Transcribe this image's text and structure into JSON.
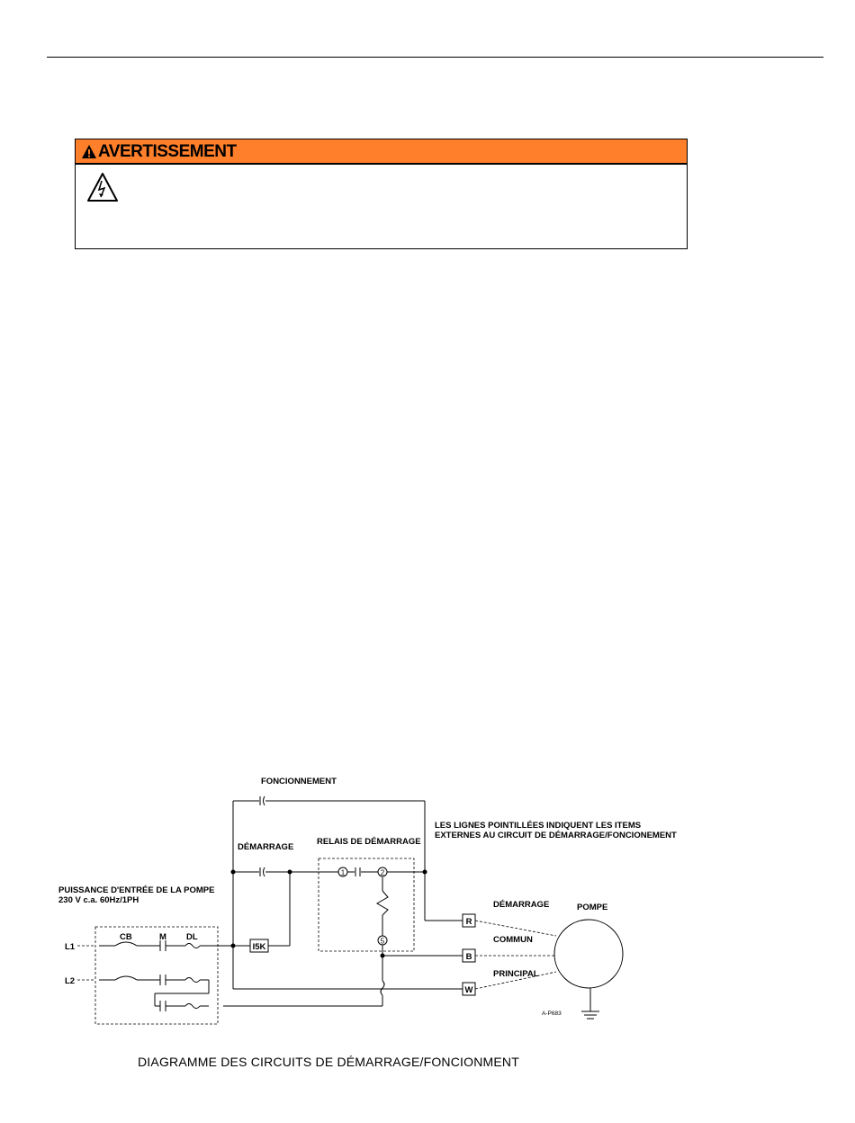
{
  "warning": {
    "title": "AVERTISSEMENT",
    "header_color": "#ff7f2a"
  },
  "diagram": {
    "labels": {
      "foncionnement": "FONCIONNEMENT",
      "demarrage_top": "DÉMARRAGE",
      "relais": "RELAIS DE DÉMARRAGE",
      "note_line1": "LES LIGNES POINTILLÉES INDIQUENT LES ITEMS",
      "note_line2": "EXTERNES AU CIRCUIT DE DÉMARRAGE/FONCIONEMENT",
      "power_line1": "PUISSANCE D'ENTRÉE DE LA POMPE",
      "power_line2": "230 V c.a.  60Hz/1PH",
      "cb": "CB",
      "m": "M",
      "dl": "DL",
      "l1": "L1",
      "l2": "L2",
      "i5k": "I5K",
      "term_r": "R",
      "term_b": "B",
      "term_w": "W",
      "demarrage_right": "DÉMARRAGE",
      "commun": "COMMUN",
      "principal": "PRINCIPAL",
      "pompe": "POMPE",
      "drawing_no": "A-P683",
      "node1": "1",
      "node2": "2",
      "node5": "5"
    },
    "caption": "DIAGRAMME DES CIRCUITS DE DÉMARRAGE/FONCIONMENT"
  }
}
